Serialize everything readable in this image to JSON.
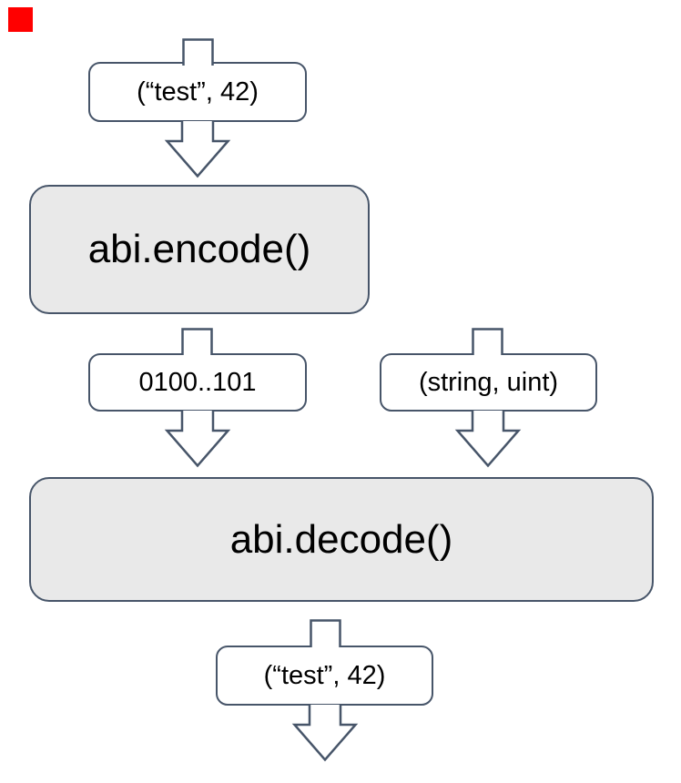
{
  "colors": {
    "outline": "#475569",
    "process_fill": "#E9E9E9",
    "label_fill": "#FFFFFF",
    "text": "#000000",
    "marker_red": "#FF0000"
  },
  "diagram": {
    "input_label": "(“test”, 42)",
    "encode_label": "abi.encode()",
    "encoded_bytes_label": "0100..101",
    "types_label": "(string, uint)",
    "decode_label": "abi.decode()",
    "output_label": "(“test”, 42)"
  }
}
